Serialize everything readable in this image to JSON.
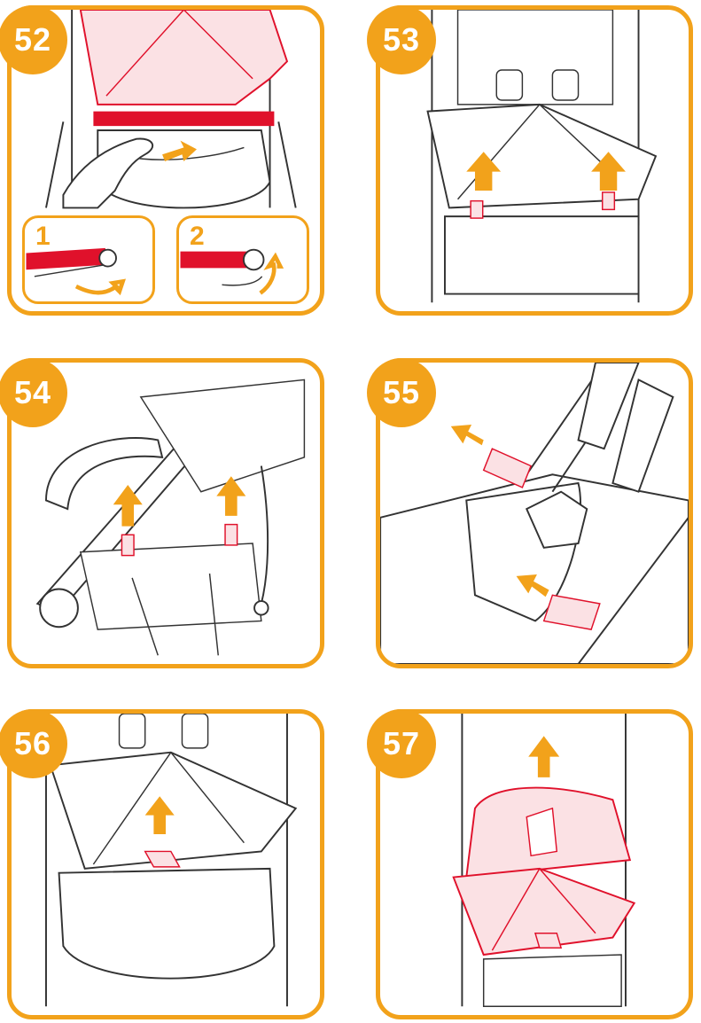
{
  "steps": [
    {
      "label": "52"
    },
    {
      "label": "53"
    },
    {
      "label": "54"
    },
    {
      "label": "55"
    },
    {
      "label": "56"
    },
    {
      "label": "57"
    }
  ],
  "insets": [
    {
      "label": "1"
    },
    {
      "label": "2"
    }
  ],
  "colors": {
    "accent": "#f2a21b",
    "highlight": "#e0112b",
    "line": "#333333"
  },
  "icons": [
    "arrow-icon",
    "curved-arrow-icon"
  ]
}
